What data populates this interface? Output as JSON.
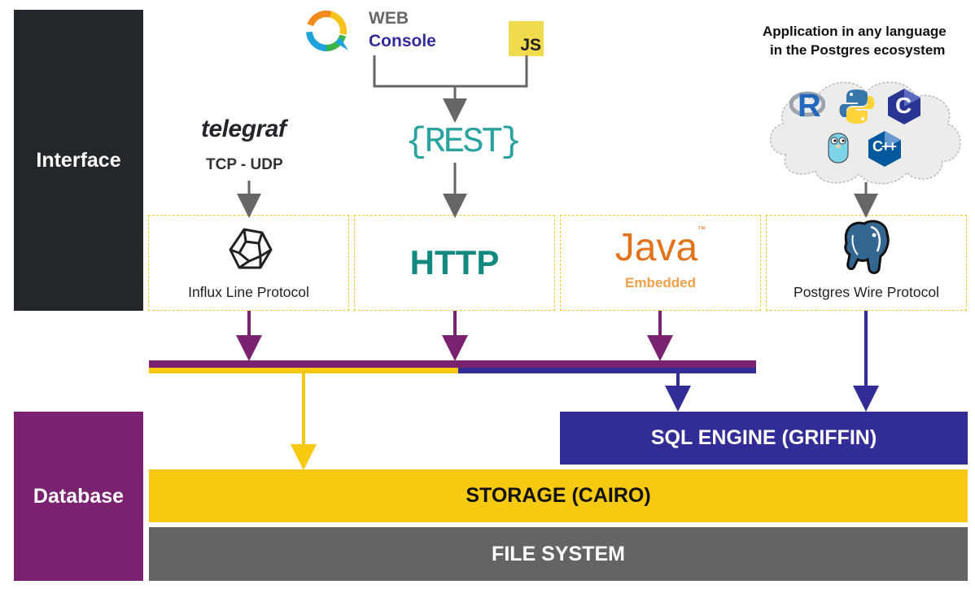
{
  "sides": {
    "interface": "Interface",
    "database": "Database"
  },
  "web": {
    "line1": "WEB",
    "line2": "Console",
    "js": "JS"
  },
  "telegraf": {
    "name": "telegraf",
    "transport": "TCP - UDP"
  },
  "rest": "{REST}",
  "app_caption": {
    "line1": "Application in any language",
    "line2": "in the Postgres ecosystem"
  },
  "languages": {
    "r": "R",
    "c": "C",
    "cpp": "C++"
  },
  "protocols": {
    "influx": "Influx Line Protocol",
    "http": "HTTP",
    "java": "Java",
    "java_tm": "™",
    "java_sub": "Embedded",
    "postgres": "Postgres Wire Protocol"
  },
  "layers": {
    "sql": "SQL ENGINE (GRIFFIN)",
    "storage": "STORAGE (CAIRO)",
    "fs": "FILE SYSTEM"
  },
  "colors": {
    "dark": "#23272b",
    "purple": "#7a2270",
    "navy": "#322d96",
    "yellow": "#f8c911",
    "gray": "#646464",
    "teal": "#12897f",
    "java_orange": "#e1731c"
  }
}
